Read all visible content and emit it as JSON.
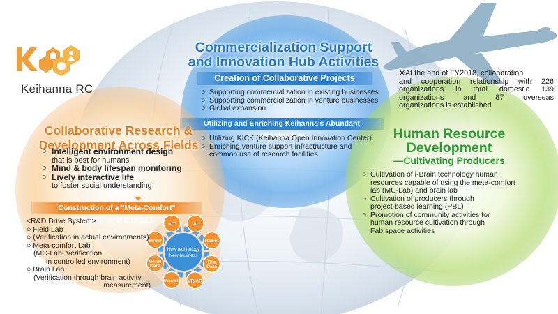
{
  "logo": {
    "name": "Keihanna RC"
  },
  "blue": {
    "title_line1": "Commercialization Support",
    "title_line2": "and Innovation Hub Activities",
    "band1": "Creation of Collaborative Projects",
    "items1": [
      "Supporting commercialization in existing businesses",
      "Supporting commercialization in venture businesses",
      "Global expansion"
    ],
    "band2": "Utilizing and Enriching Keihanna's Abundant Infrastructure",
    "items2": [
      "Utilizing KICK (Keihanna Open Innovation Center)",
      "Enriching venture support infrastructure and",
      "common use of research facilities"
    ]
  },
  "orange": {
    "title_line1": "Collaborative Research &",
    "title_line2": "Development Across Fields",
    "items": [
      {
        "bold": "Intelligent environment design",
        "rest": "that is best for humans"
      },
      {
        "bold": "Mind & body lifespan monitoring",
        "rest": ""
      },
      {
        "bold": "Lively interactive life",
        "rest": "to foster social understanding"
      }
    ],
    "band": "Construction of a \"Meta-Comfort\" Demonstration Field",
    "rd_title": "<R&D Drive System>",
    "rd": {
      "field": "Field Lab",
      "field_sub": "(Verification in actual environments)",
      "meta": "Meta-comfort Lab",
      "meta_sub1": "(MC-Lab; Verification",
      "meta_sub2": "in controlled environment)",
      "brain": "Brain Lab",
      "brain_sub1": "(Verification through brain activity",
      "brain_sub2": "measurement)"
    }
  },
  "green": {
    "title_line1": "Human Resource",
    "title_line2": "Development",
    "subtitle": "—Cultivating Producers",
    "items": [
      [
        "Cultivation of i-Brain technology human",
        "resources capable of using the meta-comfort",
        "lab (MC-Lab) and brain lab"
      ],
      [
        "Cultivation of producers through",
        "project-based learning (PBL)"
      ],
      [
        "Promotion of community activities for",
        "human resource cultivation through",
        "Fab space activities"
      ]
    ]
  },
  "note": {
    "line1": "※At the end of FY2018, collaboration",
    "line2": "and cooperation relationship with 226",
    "line3": "organizations in total domestic 139",
    "line4": "organizations and 87 overseas",
    "line5": "organizations is established"
  },
  "wheel": {
    "center_line1": "New technology",
    "center_line2": "New business",
    "nodes": [
      "IoT",
      "AI",
      "Robot",
      "Big Data",
      "VR/AR",
      "Wearable",
      "Mental Care",
      "Sensor"
    ]
  },
  "bullet": "○",
  "colors": {
    "blue": "#2377c9",
    "orange": "#ea7f1e",
    "green": "#2f9a35",
    "node": "#f0902e"
  }
}
